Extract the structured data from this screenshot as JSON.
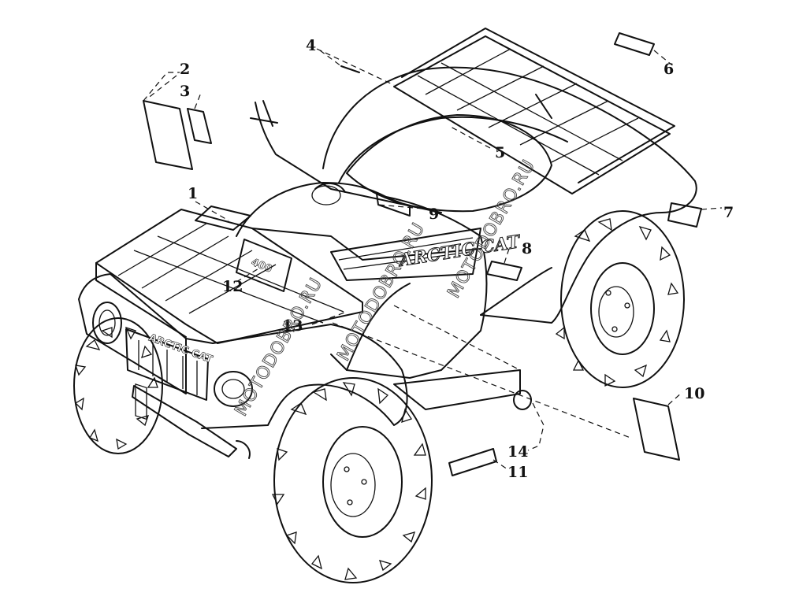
{
  "diagram": {
    "callouts": [
      {
        "id": "1",
        "label": "1"
      },
      {
        "id": "2",
        "label": "2"
      },
      {
        "id": "3",
        "label": "3"
      },
      {
        "id": "4",
        "label": "4"
      },
      {
        "id": "5",
        "label": "5"
      },
      {
        "id": "6",
        "label": "6"
      },
      {
        "id": "7",
        "label": "7"
      },
      {
        "id": "8",
        "label": "8"
      },
      {
        "id": "9",
        "label": "9"
      },
      {
        "id": "10",
        "label": "10"
      },
      {
        "id": "11",
        "label": "11"
      },
      {
        "id": "12",
        "label": "12"
      },
      {
        "id": "13",
        "label": "13"
      },
      {
        "id": "14",
        "label": "14"
      }
    ],
    "brand_decal": "ARCTIC CAT",
    "model_decal": "400",
    "grille_badge": "ARCTIC CAT",
    "watermark": "MOTODOBRO.RU"
  }
}
